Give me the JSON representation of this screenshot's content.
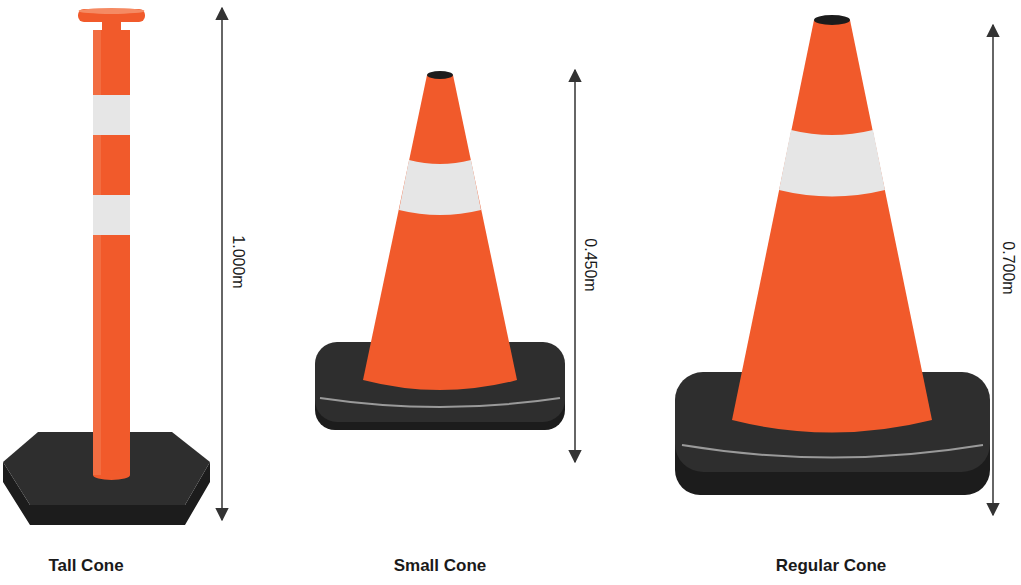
{
  "diagram": {
    "labels": [
      "1.000m",
      "0.450m",
      "0.700m",
      "Tall Cone",
      "Small Cone",
      "Regular Cone"
    ]
  }
}
